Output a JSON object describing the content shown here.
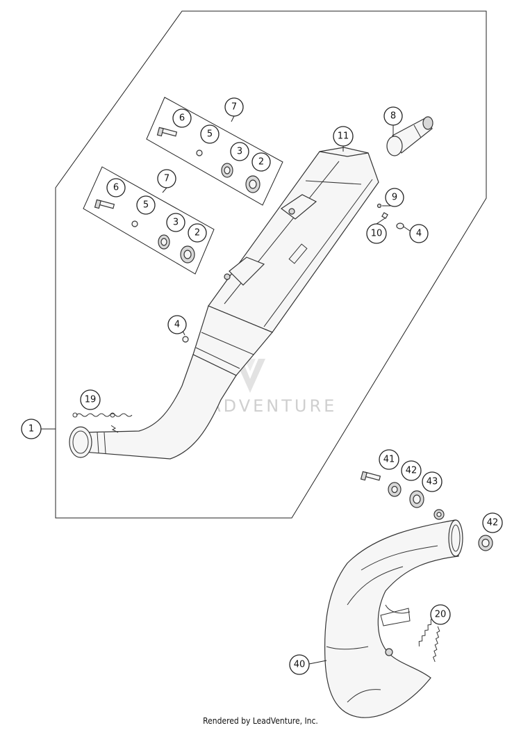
{
  "callouts": {
    "c1": "1",
    "c2a": "2",
    "c2b": "2",
    "c3a": "3",
    "c3b": "3",
    "c4a": "4",
    "c4b": "4",
    "c5a": "5",
    "c5b": "5",
    "c6a": "6",
    "c6b": "6",
    "c7a": "7",
    "c7b": "7",
    "c8": "8",
    "c9": "9",
    "c10": "10",
    "c11": "11",
    "c19": "19",
    "c20": "20",
    "c40": "40",
    "c41": "41",
    "c42a": "42",
    "c42b": "42",
    "c43": "43"
  },
  "watermark": "LEADVENTURE",
  "footer": "Rendered by LeadVenture, Inc."
}
